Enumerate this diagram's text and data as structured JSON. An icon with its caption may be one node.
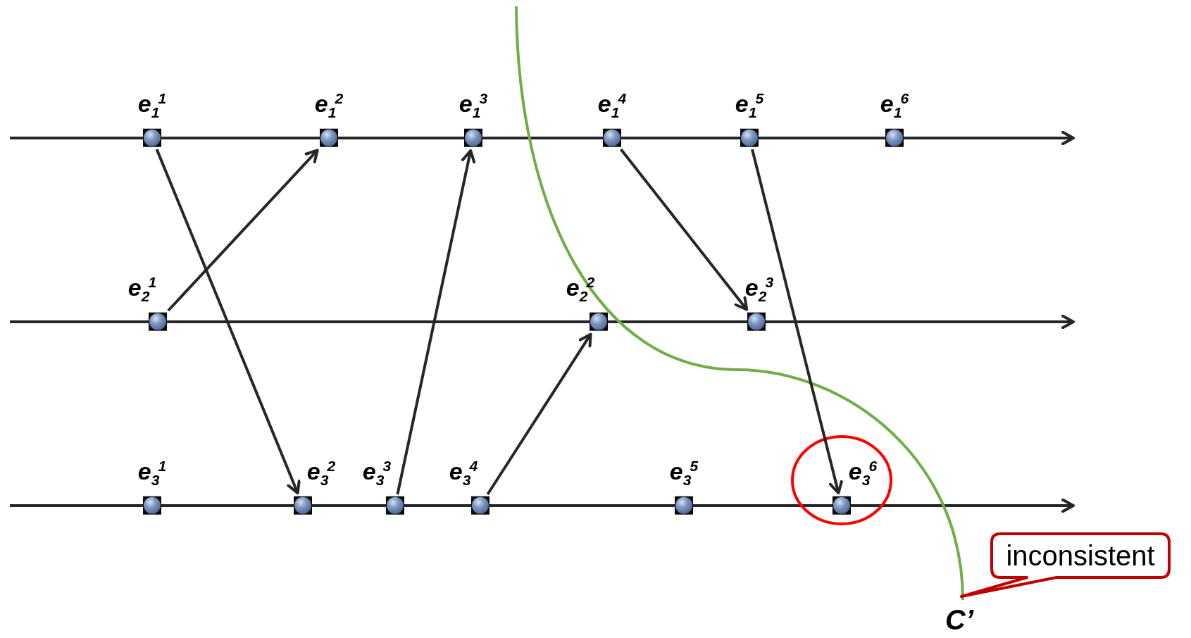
{
  "diagram": {
    "nodes": [
      {
        "text": [
          "e$_{1}$$^{1}$"
        ]
      },
      {
        "text": [
          "e$_{1}$$^{2}$"
        ]
      },
      {
        "text": [
          "e$_{1}$$^{3}$"
        ]
      },
      {
        "text": [
          "e$_{1}$$^{4}$"
        ]
      },
      {
        "text": [
          "e$_{1}$$^{5}$"
        ]
      },
      {
        "text": [
          "e$_{1}$$^{6}$"
        ]
      },
      {
        "text": [
          "e$_{2}$$^{1}$"
        ]
      },
      {
        "text": [
          "e$_{2}$$^{2}$"
        ]
      },
      {
        "text": [
          "e$_{2}$$^{3}$"
        ]
      },
      {
        "text": [
          "e$_{3}$$^{1}$"
        ]
      },
      {
        "text": [
          "e$_{3}$$^{2}$"
        ]
      },
      {
        "text": [
          "e$_{3}$$^{3}$"
        ]
      },
      {
        "text": [
          "e$_{3}$$^{4}$"
        ]
      },
      {
        "text": [
          "e$_{3}$$^{5}$"
        ]
      },
      {
        "text": [
          "e$_{3}$$^{6}$"
        ]
      },
      {
        "text": [
          "inconsistent"
        ]
      }
    ],
    "edges": [
      {
        "from": 0,
        "to": 10,
        "arrow": "to"
      },
      {
        "from": 6,
        "to": 1,
        "arrow": "to"
      },
      {
        "from": 11,
        "to": 2,
        "arrow": "to"
      },
      {
        "from": 12,
        "to": 7,
        "arrow": "to"
      },
      {
        "from": 3,
        "to": 8,
        "arrow": "to"
      },
      {
        "from": 4,
        "to": 14,
        "arrow": "to"
      }
    ],
    "labels": [
      "C’"
    ]
  }
}
